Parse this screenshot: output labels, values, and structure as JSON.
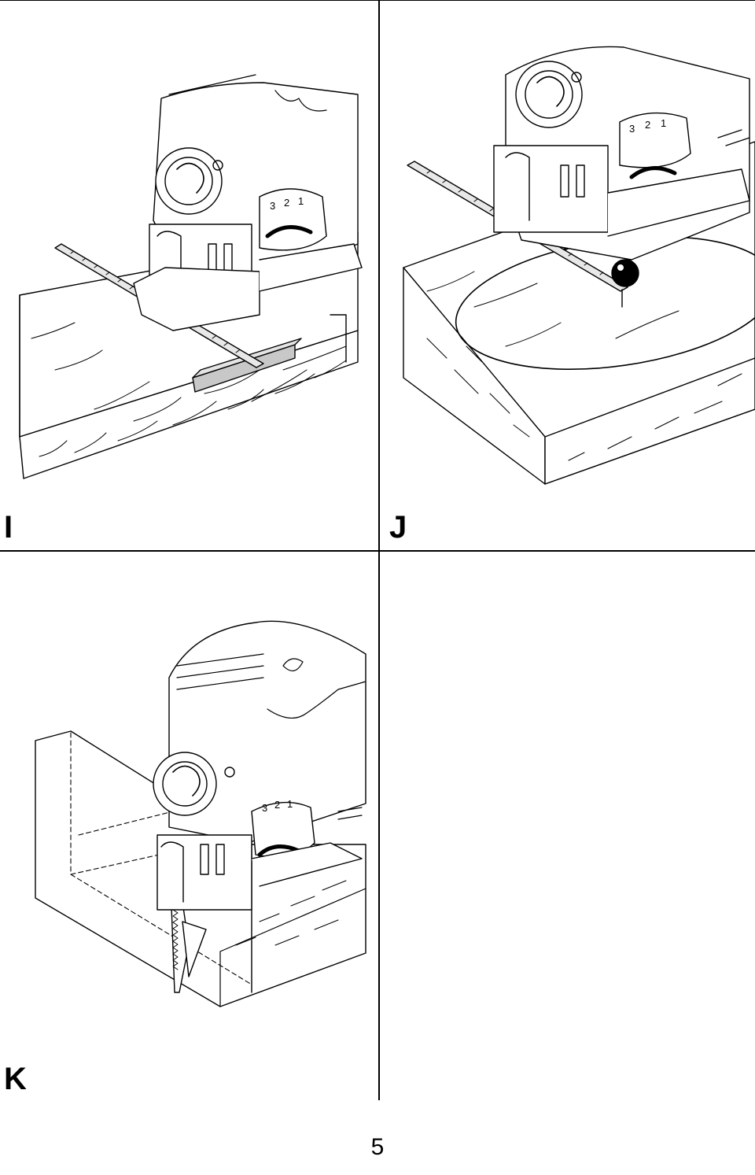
{
  "figures": [
    {
      "label": "I",
      "illustration": "jigsaw-with-parallel-fence"
    },
    {
      "label": "J",
      "illustration": "jigsaw-circle-cutting"
    },
    {
      "label": "K",
      "illustration": "jigsaw-plunge-cut"
    }
  ],
  "dial": {
    "n3": "3",
    "n2": "2",
    "n1": "1"
  },
  "page_number": "5"
}
